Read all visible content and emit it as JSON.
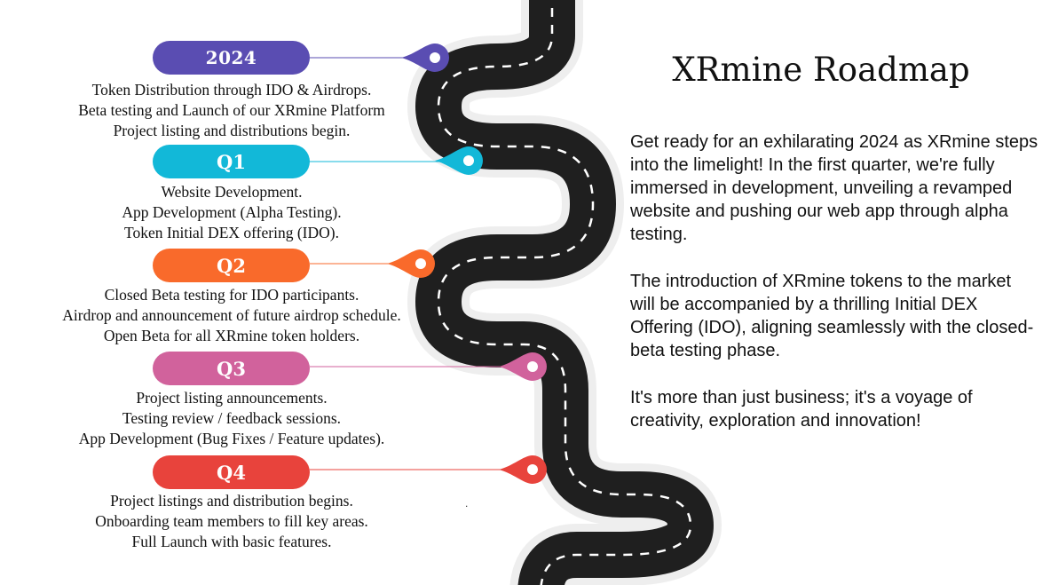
{
  "title": "XRmine Roadmap",
  "paragraphs": [
    "Get ready for an exhilarating 2024 as XRmine steps into the limelight! In the first quarter, we're fully immersed in development, unveiling a revamped website and pushing our web app through alpha testing.",
    "The introduction of XRmine tokens to the market will be accompanied by a thrilling Initial DEX Offering (IDO), aligning seamlessly with the closed-beta testing phase.",
    "It's more than just business; it's a voyage of creativity, exploration and innovation!"
  ],
  "milestones": [
    {
      "label": "2024",
      "color": "#5a4db2",
      "items": [
        "Token Distribution through IDO & Airdrops.",
        "Beta testing and Launch of our XRmine Platform",
        "Project listing and distributions begin."
      ]
    },
    {
      "label": "Q1",
      "color": "#12b8d8",
      "items": [
        "Website Development.",
        "App Development (Alpha Testing).",
        "Token Initial DEX offering (IDO)."
      ]
    },
    {
      "label": "Q2",
      "color": "#f96a2b",
      "items": [
        "Closed Beta testing for IDO participants.",
        "Airdrop and announcement of future airdrop schedule.",
        "Open Beta for all XRmine token holders."
      ]
    },
    {
      "label": "Q3",
      "color": "#d1629c",
      "items": [
        "Project listing announcements.",
        "Testing review / feedback sessions.",
        "App Development (Bug Fixes / Feature updates)."
      ]
    },
    {
      "label": "Q4",
      "color": "#e8433c",
      "items": [
        "Project listings and distribution begins.",
        "Onboarding team members to fill key areas.",
        "Full Launch with basic features."
      ]
    }
  ],
  "stray_mark": ".",
  "icons": {
    "pin": "map-pin-icon",
    "road": "road-illustration"
  }
}
